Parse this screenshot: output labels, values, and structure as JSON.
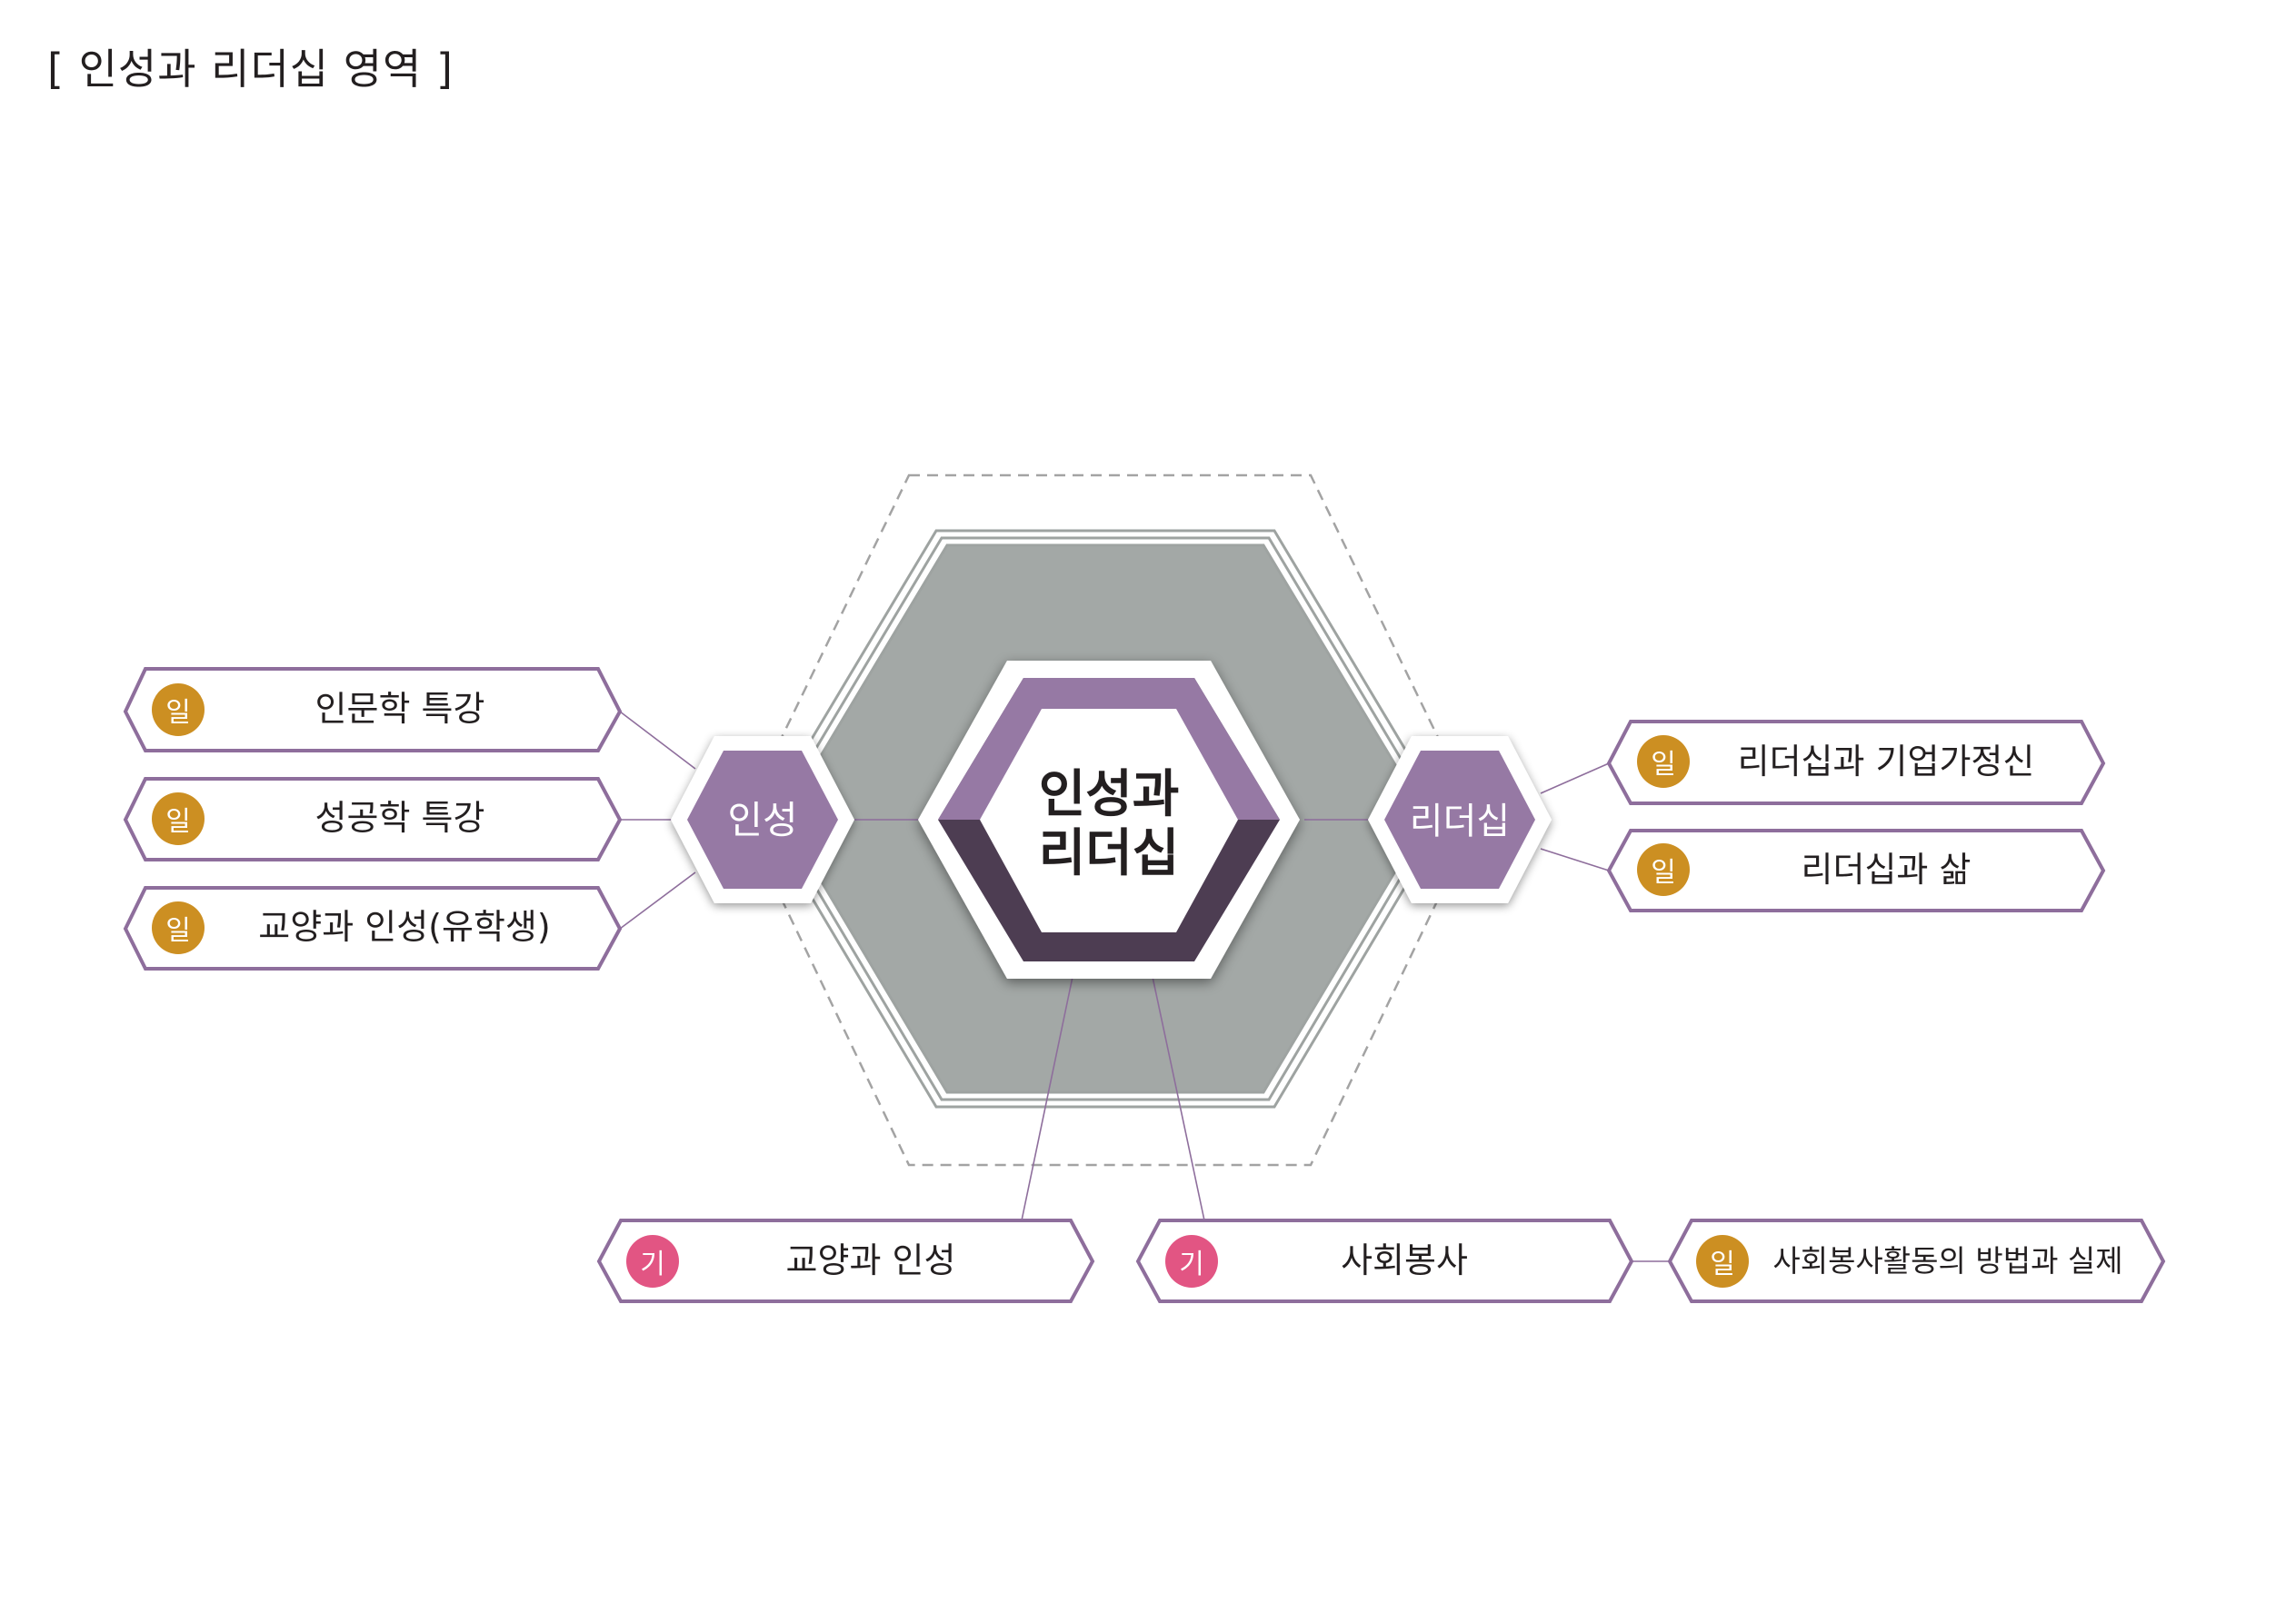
{
  "title": "[ 인성과 리더십 영역 ]",
  "center": {
    "line1": "인성과",
    "line2": "리더십"
  },
  "left_hub": {
    "label": "인성"
  },
  "right_hub": {
    "label": "리더십"
  },
  "badges": {
    "il": "일",
    "gi": "기"
  },
  "left_items": [
    {
      "badge": "일",
      "label": "인문학 특강"
    },
    {
      "badge": "일",
      "label": "성공학 특강"
    },
    {
      "badge": "일",
      "label": "교양과 인성(유학생)"
    }
  ],
  "right_items": [
    {
      "badge": "일",
      "label": "리더십과 기업가정신"
    },
    {
      "badge": "일",
      "label": "리더십과 삶"
    }
  ],
  "bottom_items": [
    {
      "badge": "기",
      "label": "교양과 인성"
    },
    {
      "badge": "기",
      "label": "사회봉사"
    },
    {
      "badge": "일",
      "label": "사회봉사활동의 방법과 실제"
    }
  ],
  "colors": {
    "purple": "#9679a4",
    "dark_purple": "#4d3d52",
    "gray": "#a3a8a6",
    "gold": "#cc8f22",
    "pink": "#e25583",
    "outline": "#8e6e9c",
    "text": "#231f20"
  }
}
